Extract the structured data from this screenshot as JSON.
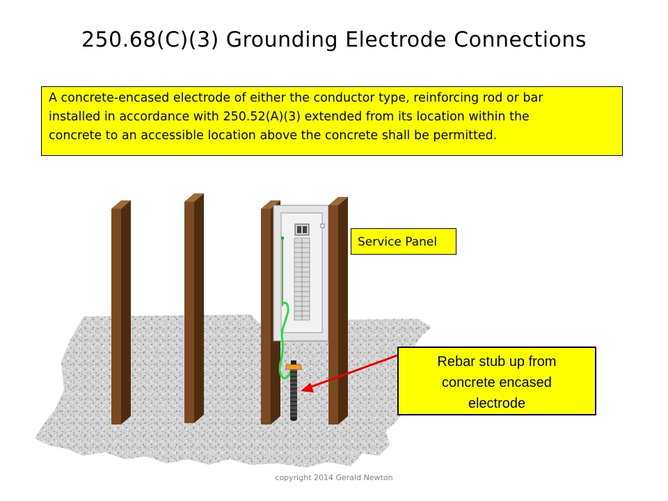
{
  "title": "250.68(C)(3)  Grounding Electrode Connections",
  "quote_lines": [
    "A concrete-encased electrode of either the conductor type, reinforcing rod or bar",
    " installed in accordance with 250.52(A)(3)  extended from its location within the",
    " concrete to an accessible location above the concrete shall be permitted."
  ],
  "labels": {
    "service_panel": "Service Panel",
    "rebar_lines": [
      "Rebar stub up from",
      "concrete encased",
      "electrode"
    ]
  },
  "copyright": "copyright 2014 Gerald Newton",
  "colors": {
    "callout": "#ffff00",
    "arrow": "#ee0000",
    "wire": "#22dd44",
    "wood": "#7a4a22"
  }
}
